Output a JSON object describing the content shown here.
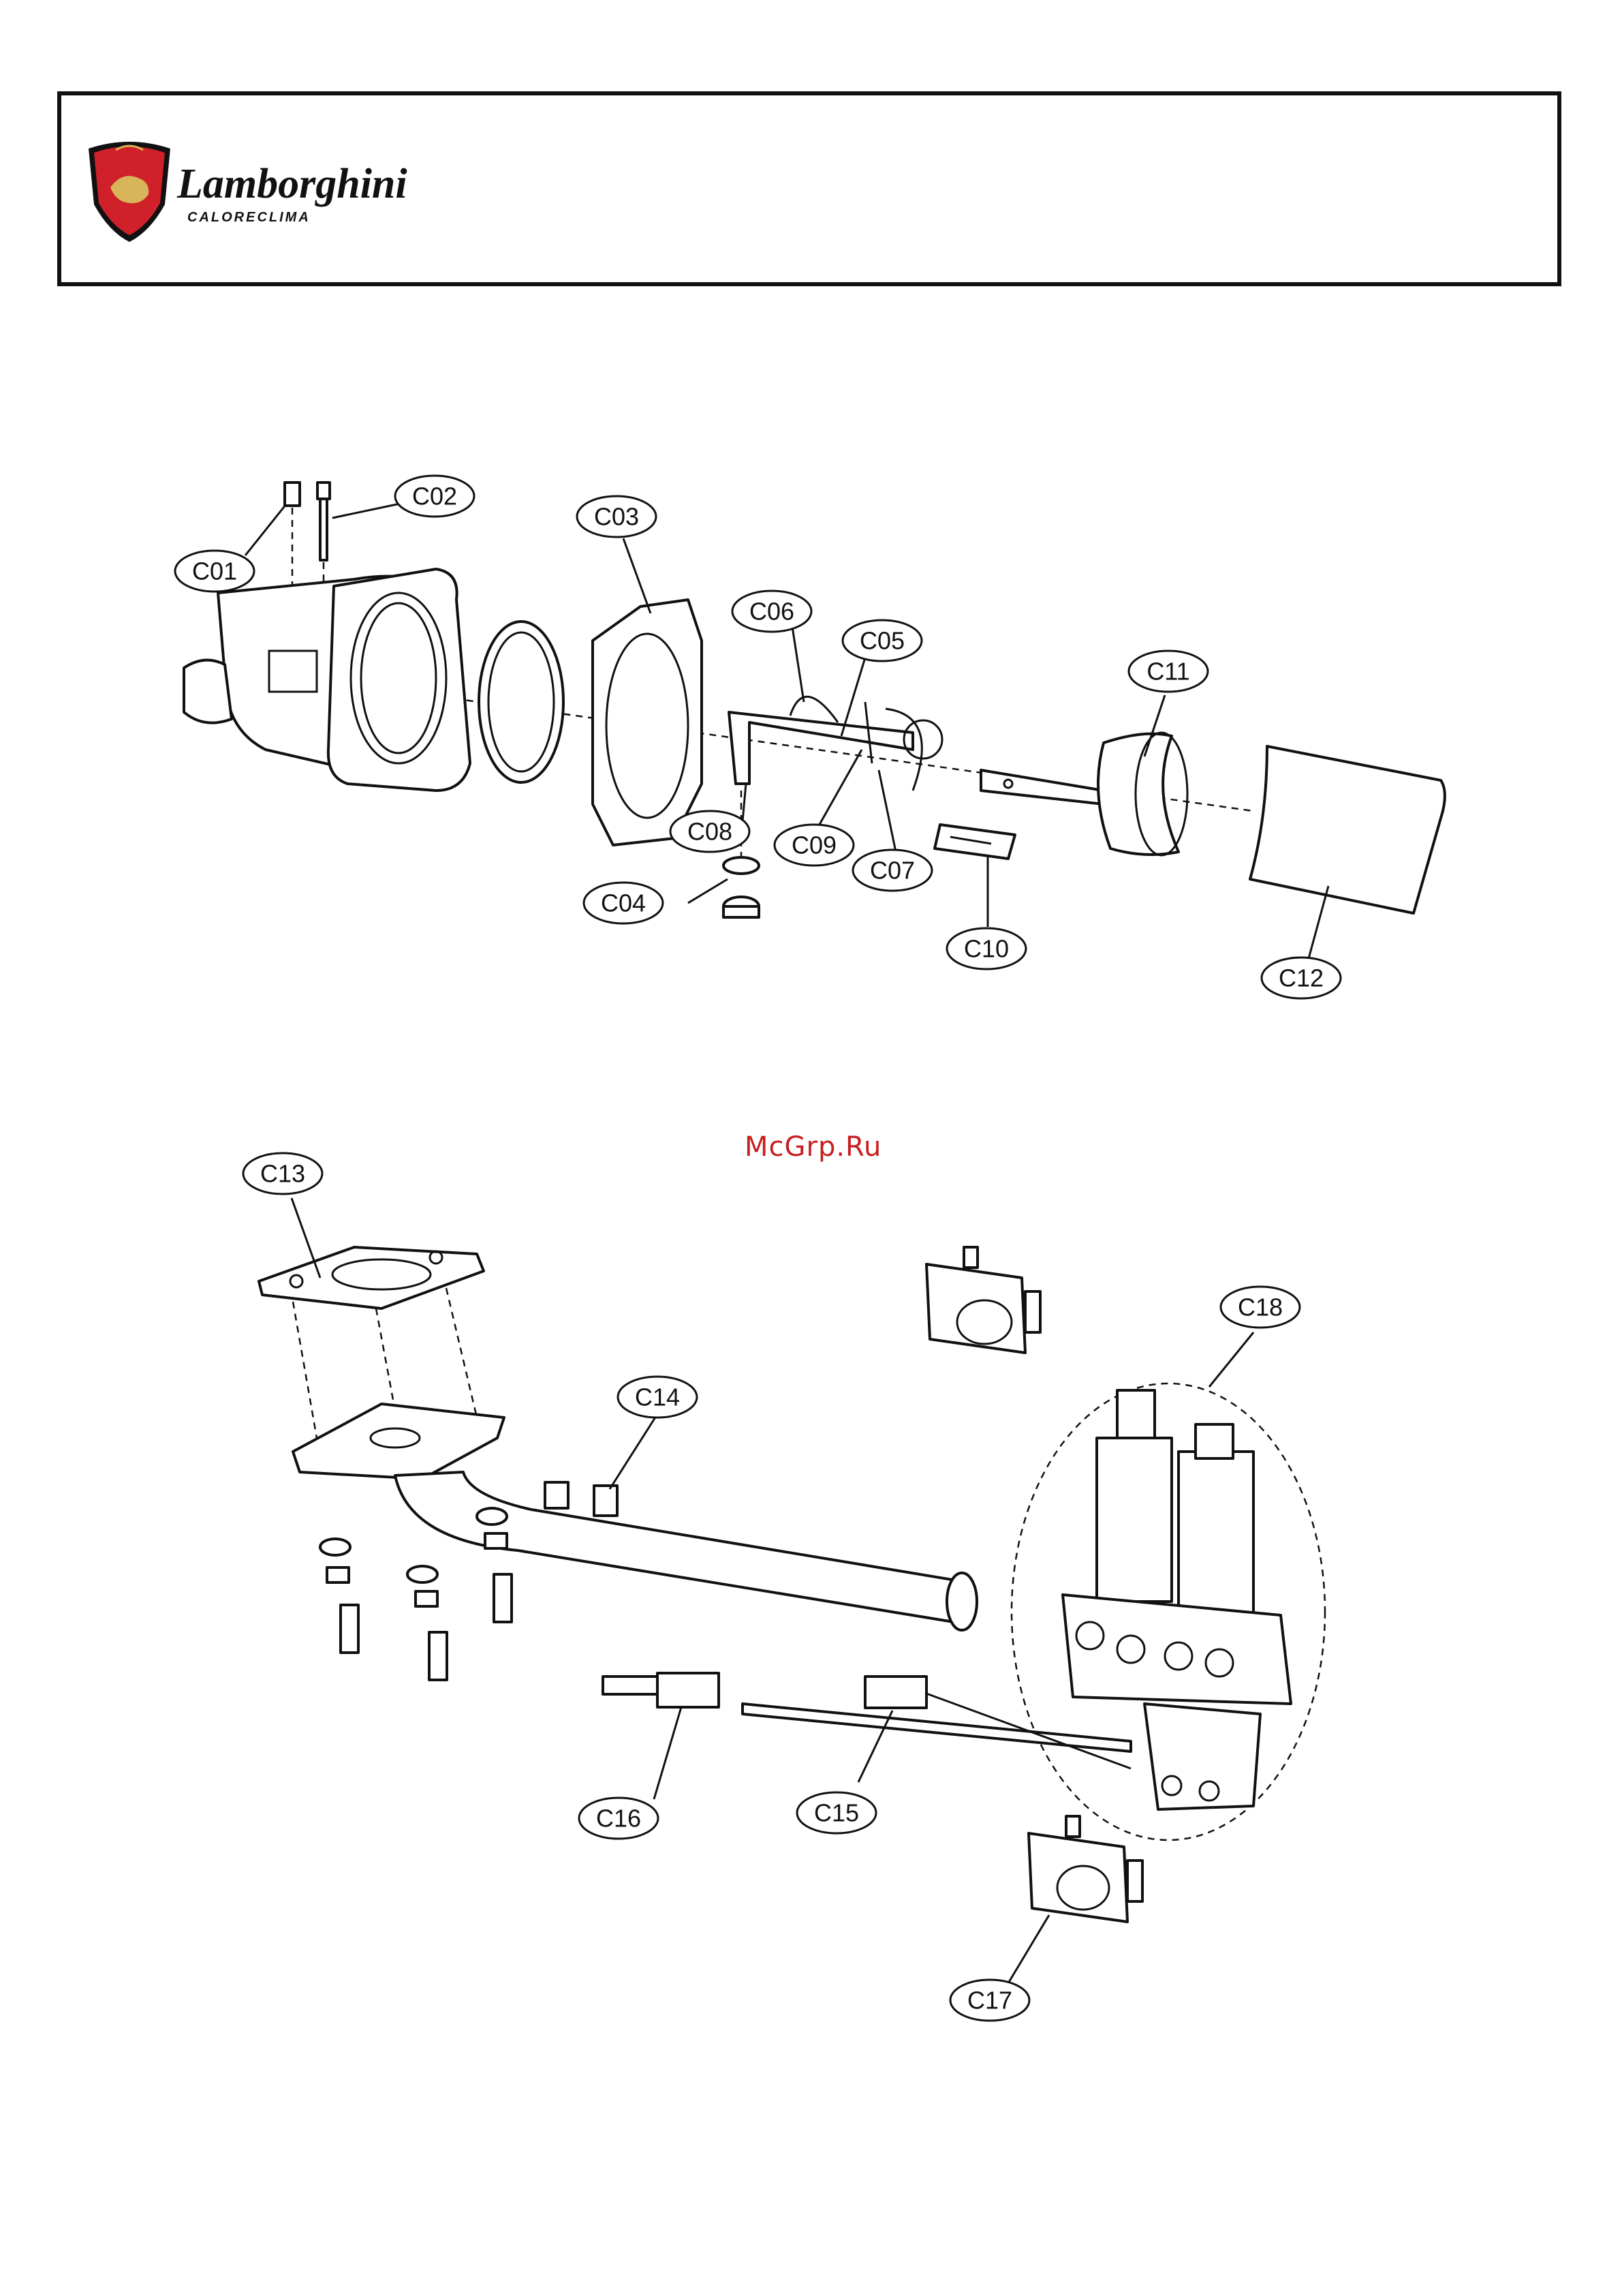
{
  "header": {
    "brand_name": "Lamborghini",
    "brand_sub": "CALORECLIMA"
  },
  "watermark": "McGrp.Ru",
  "parts": {
    "c01": "C01",
    "c02": "C02",
    "c03": "C03",
    "c04": "C04",
    "c05": "C05",
    "c06": "C06",
    "c07": "C07",
    "c08": "C08",
    "c09": "C09",
    "c10": "C10",
    "c11": "C11",
    "c12": "C12",
    "c13": "C13",
    "c14": "C14",
    "c15": "C15",
    "c16": "C16",
    "c17": "C17",
    "c18": "C18"
  },
  "colors": {
    "brand_red": "#d0202a",
    "ink": "#111111",
    "watermark": "#c81e1e"
  }
}
